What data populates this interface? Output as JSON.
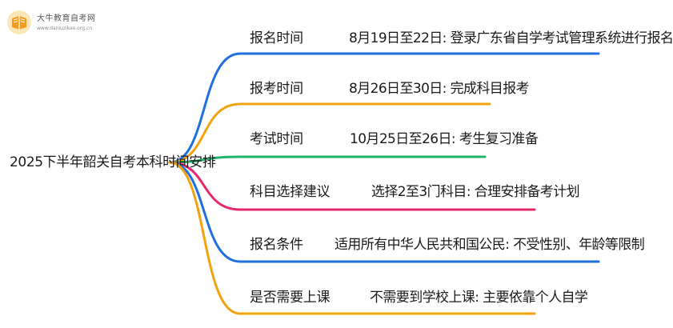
{
  "watermark": {
    "name": "大牛教育自考网",
    "url": "www.daniuzikao.org.cn"
  },
  "root": {
    "label": "2025下半年韶关自考本科时间安排"
  },
  "branches": [
    {
      "topic": "报名时间",
      "detail": "8月19日至22日: 登录广东省自学考试管理系统进行报名",
      "color": "#1f6fde"
    },
    {
      "topic": "报考时间",
      "detail": "8月26日至30日: 完成科目报考",
      "color": "#f2a20e"
    },
    {
      "topic": "考试时间",
      "detail": "10月25日至26日: 考生复习准备",
      "color": "#1fb36a"
    },
    {
      "topic": "科目选择建议",
      "detail": "选择2至3门科目: 合理安排备考计划",
      "color": "#e5286e"
    },
    {
      "topic": "报名条件",
      "detail": "适用所有中华人民共和国公民: 不受性别、年龄等限制",
      "color": "#1f6fde"
    },
    {
      "topic": "是否需要上课",
      "detail": "不需要到学校上课: 主要依靠个人自学",
      "color": "#f2a20e"
    }
  ]
}
